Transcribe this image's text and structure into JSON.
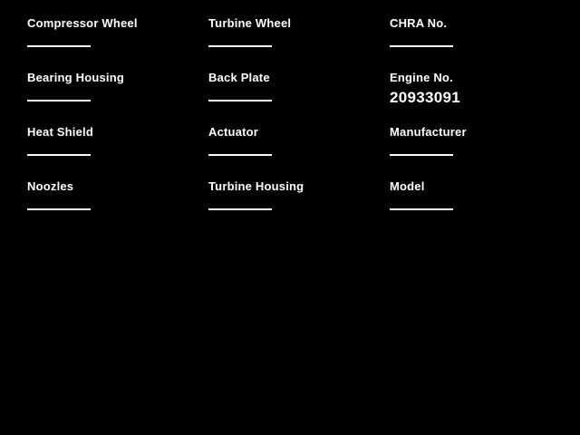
{
  "page": {
    "background_color": "#000000",
    "text_color": "#ffffff",
    "line_color": "#ffffff"
  },
  "form": {
    "columns": [
      {
        "fields": [
          {
            "label": "Compressor Wheel",
            "value": ""
          },
          {
            "label": "Bearing Housing",
            "value": ""
          },
          {
            "label": "Heat Shield",
            "value": ""
          },
          {
            "label": "Noozles",
            "value": ""
          }
        ]
      },
      {
        "fields": [
          {
            "label": "Turbine Wheel",
            "value": ""
          },
          {
            "label": "Back Plate",
            "value": ""
          },
          {
            "label": "Actuator",
            "value": ""
          },
          {
            "label": "Turbine Housing",
            "value": ""
          }
        ]
      },
      {
        "fields": [
          {
            "label": "CHRA No.",
            "value": ""
          },
          {
            "label": "Engine No.",
            "value": "20933091"
          },
          {
            "label": "Manufacturer",
            "value": ""
          },
          {
            "label": "Model",
            "value": ""
          }
        ]
      }
    ]
  }
}
